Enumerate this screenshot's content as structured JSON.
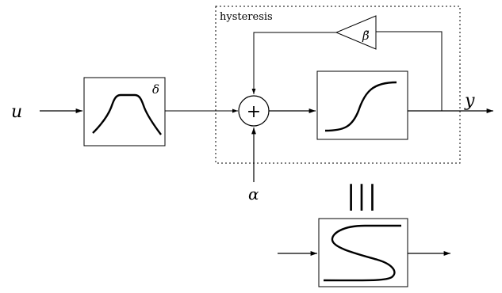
{
  "labels": {
    "input": "u",
    "output": "y",
    "delta": "δ",
    "alpha": "α",
    "beta": "β̃",
    "hysteresis": "hysteresis",
    "plus": "+",
    "equivalence": "|||"
  },
  "colors": {
    "stroke": "#000000",
    "background": "#ffffff"
  }
}
